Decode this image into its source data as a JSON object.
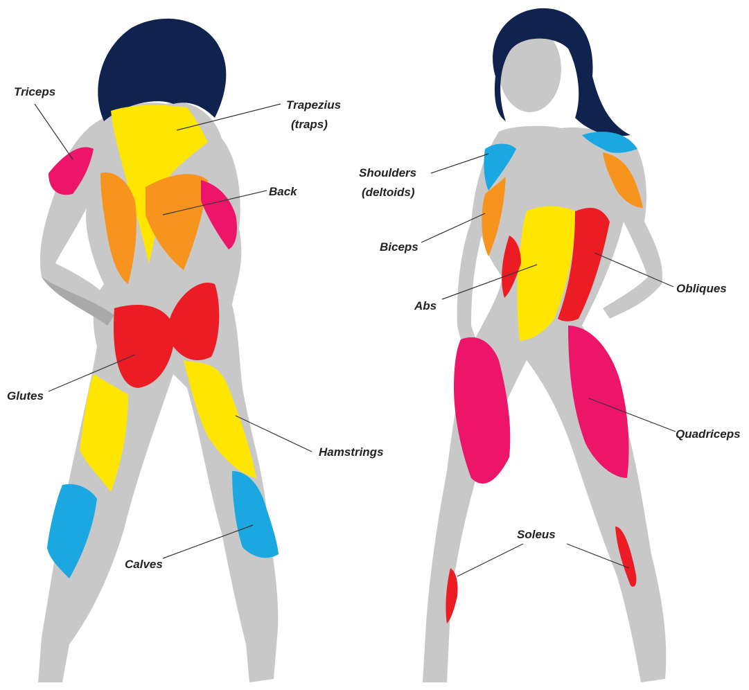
{
  "colors": {
    "body": "#c8c8c8",
    "body_shadow": "#a9a9a9",
    "hair": "#10234e",
    "yellow": "#ffe600",
    "orange": "#f7941d",
    "red": "#ec1c24",
    "pink": "#ec1569",
    "blue": "#1ba8e0"
  },
  "back_view": {
    "labels": {
      "triceps": "Triceps",
      "trapezius": "Trapezius",
      "trapezius_sub": "(traps)",
      "back": "Back",
      "glutes": "Glutes",
      "hamstrings": "Hamstrings",
      "calves": "Calves"
    }
  },
  "front_view": {
    "labels": {
      "shoulders": "Shoulders",
      "shoulders_sub": "(deltoids)",
      "biceps": "Biceps",
      "abs": "Abs",
      "obliques": "Obliques",
      "quadriceps": "Quadriceps",
      "soleus": "Soleus"
    }
  }
}
